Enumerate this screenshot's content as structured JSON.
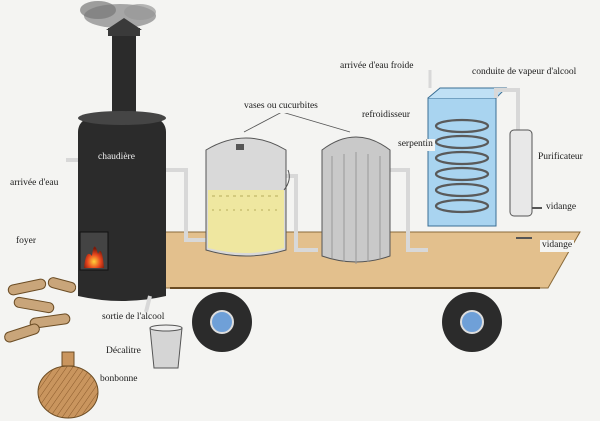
{
  "labels": {
    "chaudiere": "chaudière",
    "arrivee_eau": "arrivée d'eau",
    "foyer": "foyer",
    "vases": "vases ou cucurbites",
    "arrivee_eau_froide": "arrivée d'eau froide",
    "conduite_vapeur": "conduite de vapeur d'alcool",
    "refroidisseur": "refroidisseur",
    "serpentin": "serpentin",
    "purificateur": "Purificateur",
    "vidange_1": "vidange",
    "vidange_2": "vidange",
    "sortie_alcool": "sortie de l'alcool",
    "decalitre": "Décalitre",
    "bonbonne": "bonbonne"
  },
  "colors": {
    "boiler": "#2b2b2b",
    "fire": "#e8461e",
    "platform": "#e3c08d",
    "water_tank": "#a9d4f0",
    "liquid": "#efe7a0",
    "vat": "#c9c9c9",
    "wood": "#c9a57a",
    "smoke": "#8c8c8c",
    "bottle": "#c9955e"
  }
}
